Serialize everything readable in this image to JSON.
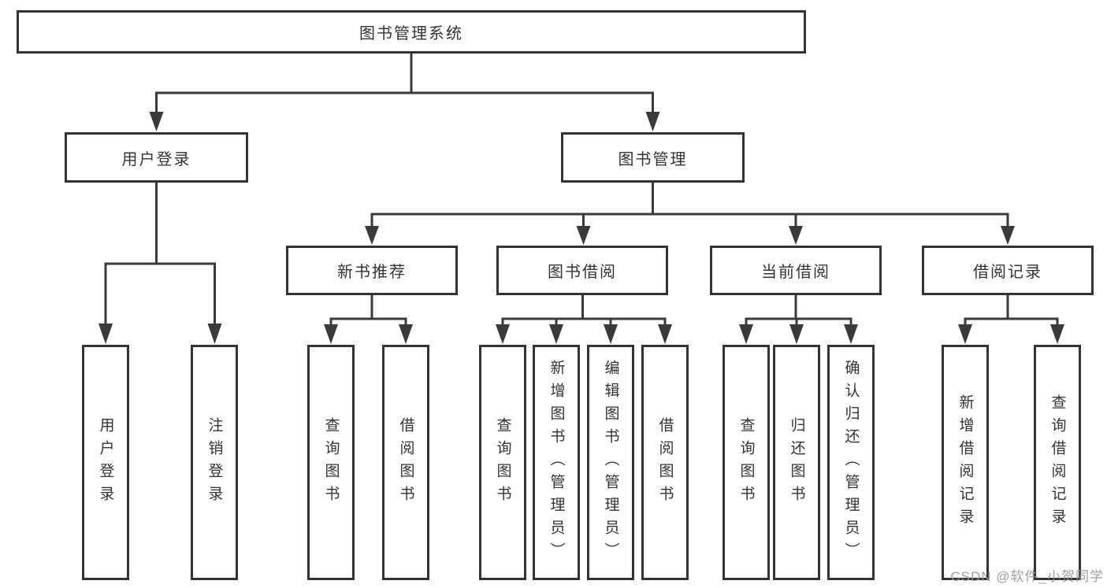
{
  "tree": {
    "root": {
      "label": "图书管理系统",
      "children": [
        {
          "label": "用户登录",
          "children": [
            {
              "label": "用户登录"
            },
            {
              "label": "注销登录"
            }
          ]
        },
        {
          "label": "图书管理",
          "children": [
            {
              "label": "新书推荐",
              "children": [
                {
                  "label": "查询图书"
                },
                {
                  "label": "借阅图书"
                }
              ]
            },
            {
              "label": "图书借阅",
              "children": [
                {
                  "label": "查询图书"
                },
                {
                  "label": "新增图书（管理员）"
                },
                {
                  "label": "编辑图书（管理员）"
                },
                {
                  "label": "借阅图书"
                }
              ]
            },
            {
              "label": "当前借阅",
              "children": [
                {
                  "label": "查询图书"
                },
                {
                  "label": "归还图书"
                },
                {
                  "label": "确认归还（管理员）"
                }
              ]
            },
            {
              "label": "借阅记录",
              "children": [
                {
                  "label": "新增借阅记录"
                },
                {
                  "label": "查询借阅记录"
                }
              ]
            }
          ]
        }
      ]
    }
  },
  "watermark": {
    "text": "CSDN @软件_小贺同学"
  },
  "colors": {
    "line": "#3a3a3a",
    "box_border": "#333333",
    "text": "#333333",
    "background": "#ffffff",
    "watermark": "#989898"
  }
}
